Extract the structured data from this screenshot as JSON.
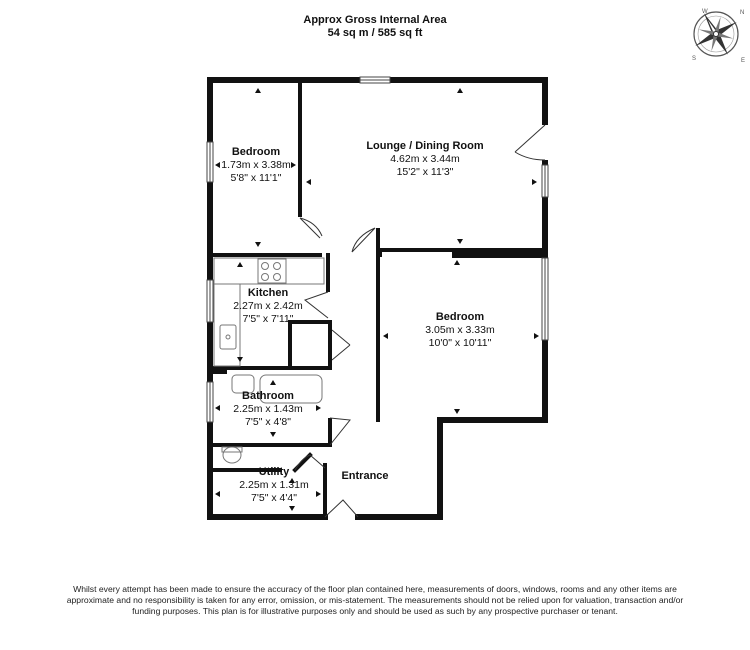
{
  "header": {
    "title": "Approx Gross Internal Area",
    "area": "54 sq m / 585 sq ft"
  },
  "compass": {
    "n": "N",
    "e": "E",
    "s": "S",
    "w": "W"
  },
  "rooms": {
    "bedroom1": {
      "name": "Bedroom",
      "metric": "1.73m x 3.38m",
      "imperial": "5'8\" x 11'1\""
    },
    "lounge": {
      "name": "Lounge / Dining Room",
      "metric": "4.62m x 3.44m",
      "imperial": "15'2\" x 11'3\""
    },
    "kitchen": {
      "name": "Kitchen",
      "metric": "2.27m x 2.42m",
      "imperial": "7'5\" x 7'11\""
    },
    "bedroom2": {
      "name": "Bedroom",
      "metric": "3.05m x 3.33m",
      "imperial": "10'0\" x 10'11\""
    },
    "bathroom": {
      "name": "Bathroom",
      "metric": "2.25m x 1.43m",
      "imperial": "7'5\" x 4'8\""
    },
    "utility": {
      "name": "Utility",
      "metric": "2.25m x 1.31m",
      "imperial": "7'5\" x 4'4\""
    },
    "entrance": {
      "name": "Entrance"
    }
  },
  "disclaimer": "Whilst every attempt has been made to ensure the accuracy of the floor plan contained here, measurements of doors, windows, rooms and any other items are approximate and no responsibility is taken for any error, omission, or mis-statement. The measurements should not be relied upon for valuation, transaction and/or funding purposes. This plan is for illustrative purposes only and should be used as such by any prospective purchaser or tenant."
}
